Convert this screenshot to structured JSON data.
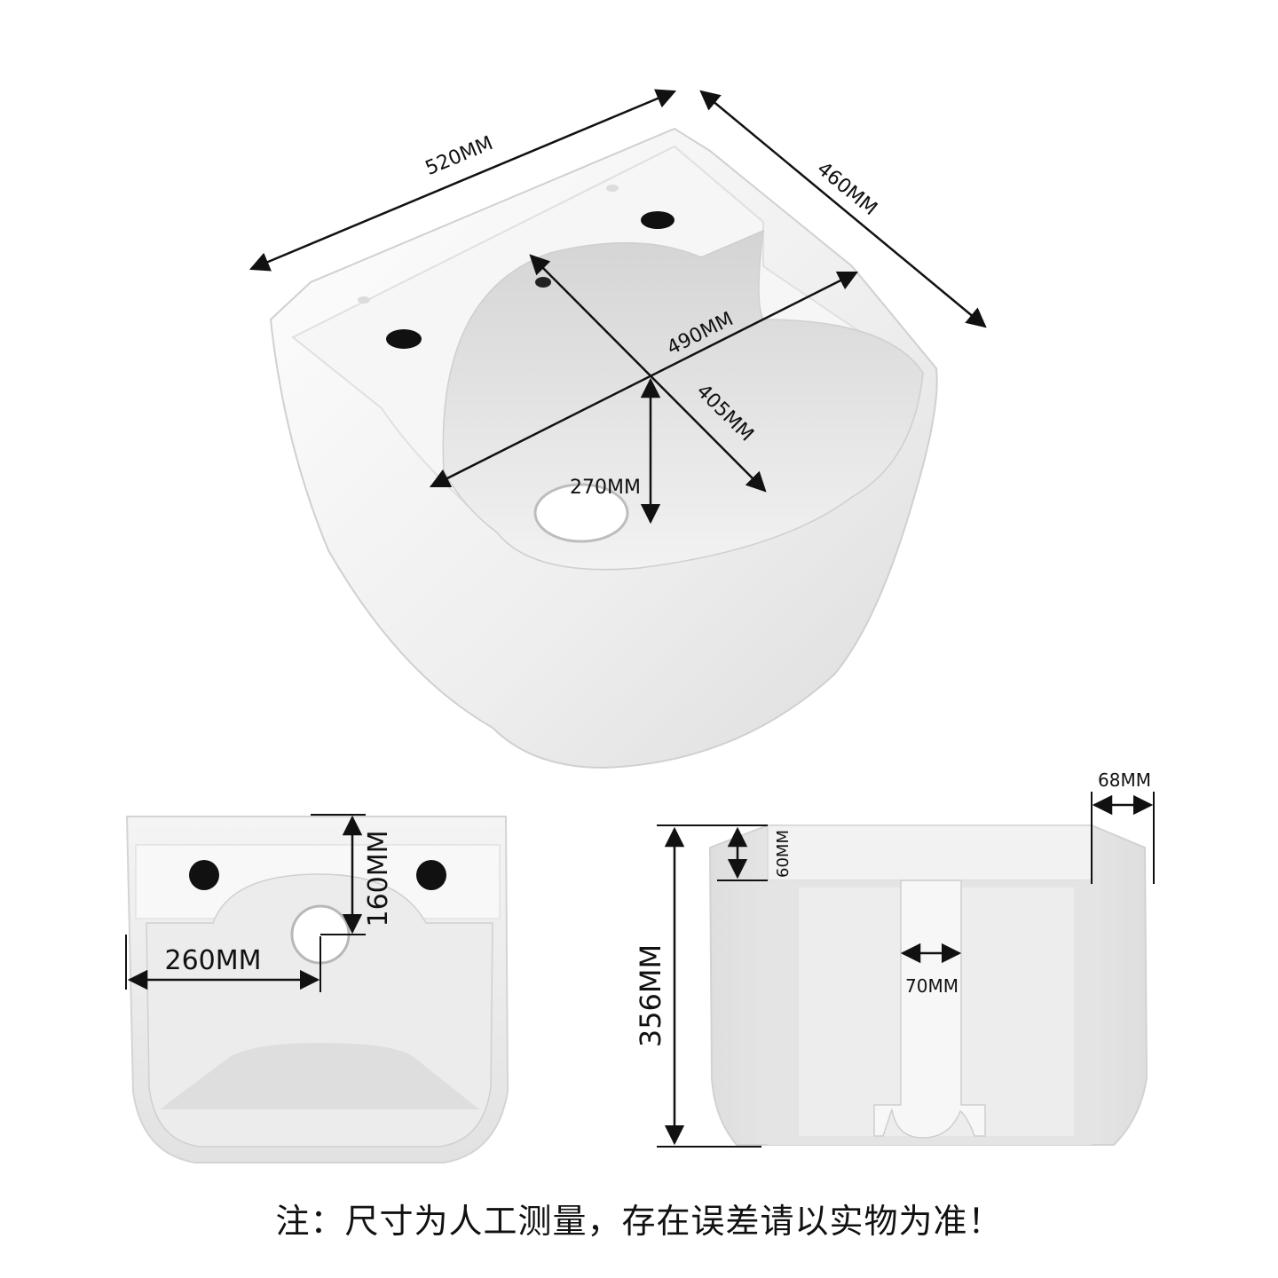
{
  "colors": {
    "line": "#111111",
    "basin_shade": "#d6d6d6",
    "hole": "#0a0a0a"
  },
  "perspective_view": {
    "dims": {
      "width": "520MM",
      "depth": "460MM",
      "inner_width": "490MM",
      "inner_depth": "405MM",
      "bowl_depth": "270MM"
    }
  },
  "top_view": {
    "dims": {
      "drain_offset": "260MM",
      "drain_to_back": "160MM"
    }
  },
  "side_view": {
    "dims": {
      "height": "356MM",
      "rim": "60MM",
      "overhang": "68MM",
      "pipe": "70MM"
    }
  },
  "note": "注：尺寸为人工测量，存在误差请以实物为准！"
}
